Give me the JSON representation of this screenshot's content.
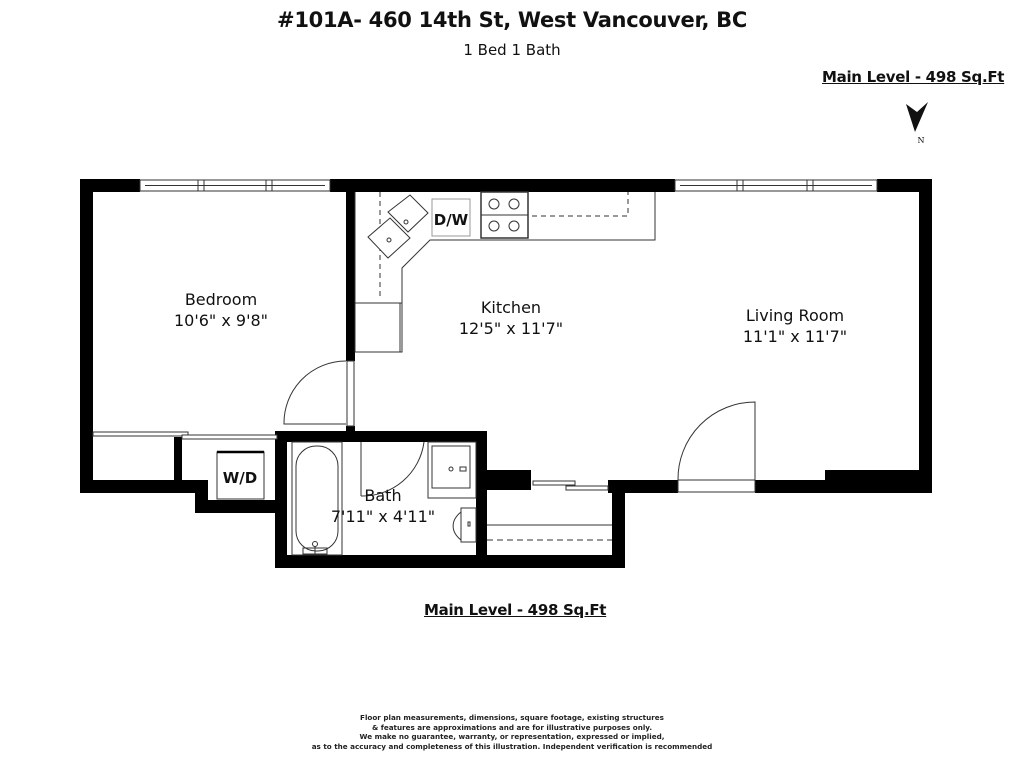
{
  "header": {
    "title": "#101A- 460 14th St, West Vancouver, BC",
    "subtitle": "1 Bed 1 Bath"
  },
  "level_label_top": "Main Level - 498 Sq.Ft",
  "level_label_bottom": "Main Level - 498 Sq.Ft",
  "compass": {
    "icon": "north-arrow-icon",
    "label": "N"
  },
  "rooms": [
    {
      "name": "Bedroom",
      "dimensions": "10'6\" x 9'8\""
    },
    {
      "name": "Kitchen",
      "dimensions": "12'5\" x 11'7\""
    },
    {
      "name": "Living Room",
      "dimensions": "11'1\" x 11'7\""
    },
    {
      "name": "Bath",
      "dimensions": "7'11\" x 4'11\""
    }
  ],
  "fixtures": {
    "dishwasher": "D/W",
    "washer_dryer": "W/D"
  },
  "disclaimer": [
    "Floor plan measurements, dimensions, square footage, existing structures",
    "& features are approximations and are for illustrative purposes only.",
    "We make no guarantee, warranty, or representation, expressed or implied,",
    "as to the accuracy and completeness of this illustration. Independent verification is recommended"
  ],
  "colors": {
    "wall": "#000000",
    "line": "#333333",
    "background": "#ffffff"
  }
}
